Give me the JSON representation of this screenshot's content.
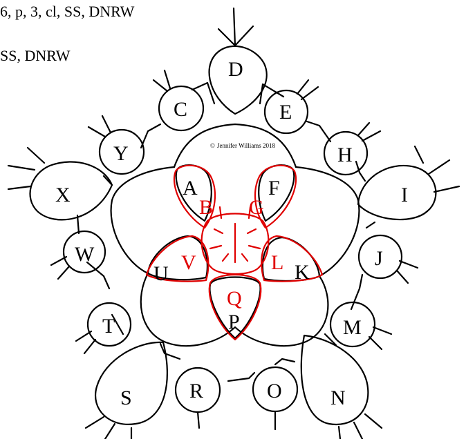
{
  "notes": {
    "line1": "6, p, 3, cl, SS, DNRW",
    "line2": "SS, DNRW"
  },
  "copyright": "Jennifer Williams 2018",
  "copyright_symbol": "©",
  "colors": {
    "black": "#000000",
    "red": "#e00000"
  },
  "labels": {
    "D": "D",
    "C": "C",
    "E": "E",
    "Y": "Y",
    "H": "H",
    "X": "X",
    "I": "I",
    "W": "W",
    "J": "J",
    "T": "T",
    "M": "M",
    "S": "S",
    "R": "R",
    "O": "O",
    "N": "N",
    "A": "A",
    "F": "F",
    "U": "U",
    "K": "K",
    "P": "P",
    "B": "B",
    "G": "G",
    "V": "V",
    "L": "L",
    "Q": "Q"
  }
}
